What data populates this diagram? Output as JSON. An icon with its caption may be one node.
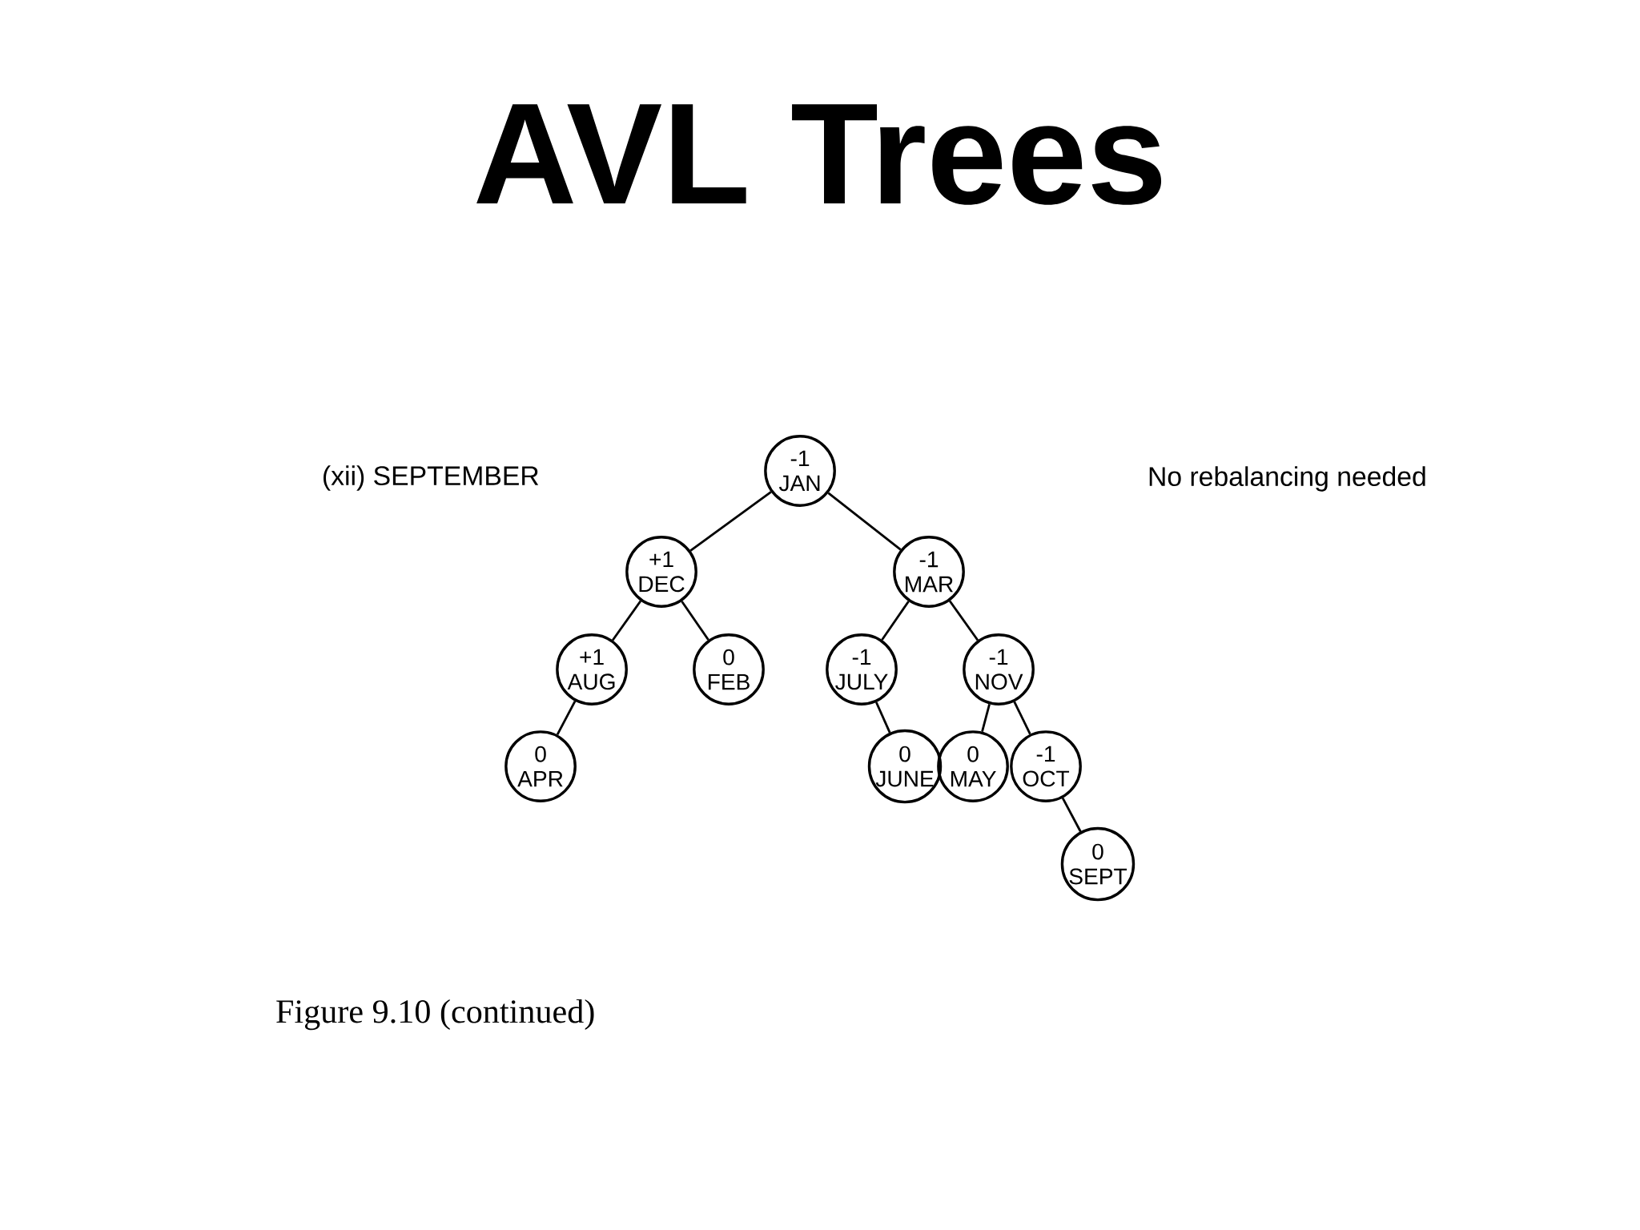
{
  "diagram": {
    "title": "AVL Trees",
    "caption": "Figure 9.10 (continued)",
    "nodes": [
      {
        "text": [
          "-1",
          "JAN"
        ]
      },
      {
        "text": [
          "+1",
          "DEC"
        ]
      },
      {
        "text": [
          "-1",
          "MAR"
        ]
      },
      {
        "text": [
          "+1",
          "AUG"
        ]
      },
      {
        "text": [
          "0",
          "FEB"
        ]
      },
      {
        "text": [
          "-1",
          "JULY"
        ]
      },
      {
        "text": [
          "-1",
          "NOV"
        ]
      },
      {
        "text": [
          "0",
          "APR"
        ]
      },
      {
        "text": [
          "0",
          "JUNE"
        ]
      },
      {
        "text": [
          "0",
          "MAY"
        ]
      },
      {
        "text": [
          "-1",
          "OCT"
        ]
      },
      {
        "text": [
          "0",
          "SEPT"
        ]
      }
    ],
    "edges": [
      {
        "from": 0,
        "to": 1,
        "arrow": "none"
      },
      {
        "from": 0,
        "to": 2,
        "arrow": "none"
      },
      {
        "from": 1,
        "to": 3,
        "arrow": "none"
      },
      {
        "from": 1,
        "to": 4,
        "arrow": "none"
      },
      {
        "from": 2,
        "to": 5,
        "arrow": "none"
      },
      {
        "from": 2,
        "to": 6,
        "arrow": "none"
      },
      {
        "from": 3,
        "to": 7,
        "arrow": "none"
      },
      {
        "from": 5,
        "to": 8,
        "arrow": "none"
      },
      {
        "from": 6,
        "to": 9,
        "arrow": "none"
      },
      {
        "from": 6,
        "to": 10,
        "arrow": "none"
      },
      {
        "from": 10,
        "to": 11,
        "arrow": "none"
      }
    ],
    "labels": [
      "(xii) SEPTEMBER",
      "No rebalancing needed"
    ]
  }
}
